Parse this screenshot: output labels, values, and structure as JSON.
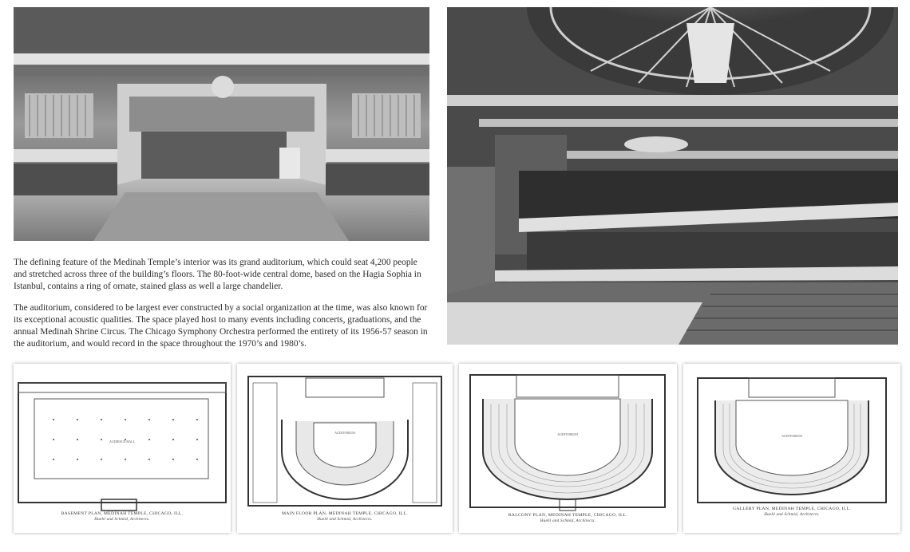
{
  "article": {
    "paragraphs": [
      "The defining feature of the Medinah Temple’s interior was its grand auditorium, which could seat 4,200 people and stretched across three of the building’s floors. The 80-foot-wide central dome, based on the Hagia Sophia in Istanbul, contains a ring of ornate, stained glass as well a large chandelier.",
      "The auditorium, considered to be largest ever constructed by a social organization at the time, was also known for its exceptional acoustic qualities. The space played host to many events including concerts, graduations, and the annual Medinah Shrine Circus. The Chicago Symphony Orchestra performed the entirety of its 1956-57 season in the auditorium, and would record in the space throughout the 1970’s and 1980’s."
    ]
  },
  "floor_plans": [
    {
      "caption": "BASEMENT PLAN, MEDINAH TEMPLE, CHICAGO, ILL.",
      "architects": "Huehl and Schmid, Architects.",
      "room_label": "AUDIENCE HALL"
    },
    {
      "caption": "MAIN FLOOR PLAN, MEDINAH TEMPLE, CHICAGO, ILL.",
      "architects": "Huehl and Schmid, Architects.",
      "room_label": "AUDITORIUM"
    },
    {
      "caption": "BALCONY PLAN, MEDINAH TEMPLE, CHICAGO, ILL.",
      "architects": "Huehl and Schmid, Architects.",
      "room_label": "AUDITORIUM"
    },
    {
      "caption": "GALLERY PLAN, MEDINAH TEMPLE, CHICAGO, ILL.",
      "architects": "Huehl and Schmid, Architects.",
      "room_label": "AUDITORIUM"
    }
  ],
  "colors": {
    "photo_dark": "#2b2b2b",
    "photo_mid": "#8a8a8a",
    "photo_light": "#d6d6d6",
    "ink": "#333333"
  }
}
